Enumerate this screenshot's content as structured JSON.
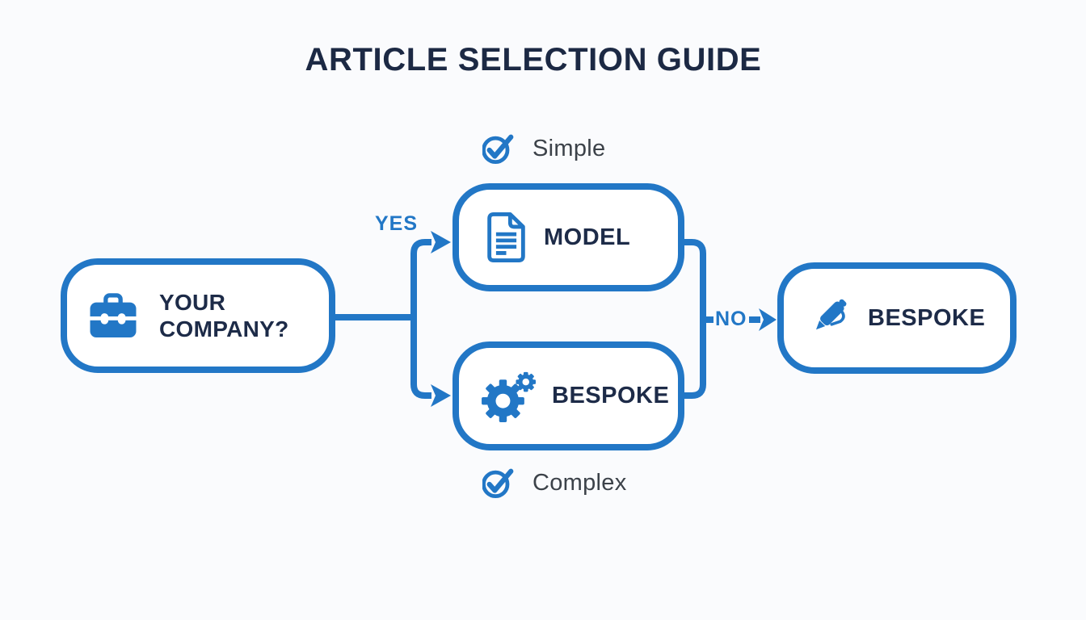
{
  "title": "ARTICLE SELECTION GUIDE",
  "colors": {
    "accent_blue": "#2277c6",
    "heading_navy": "#1c2944",
    "node_text_navy": "#1d2b48",
    "annotation_gray": "#3c4249",
    "background": "#fafbfd",
    "box_fill": "#ffffff"
  },
  "nodes": {
    "company": {
      "label": "YOUR COMPANY?",
      "icon": "briefcase-icon"
    },
    "model": {
      "label": "MODEL",
      "icon": "document-icon"
    },
    "bespoke_complex": {
      "label": "BESPOKE",
      "icon": "gears-icon"
    },
    "bespoke_final": {
      "label": "BESPOKE",
      "icon": "pen-icon"
    }
  },
  "edge_labels": {
    "yes": "YES",
    "no": "NO"
  },
  "annotations": {
    "simple": {
      "label": "Simple",
      "icon": "check-circle-icon"
    },
    "complex": {
      "label": "Complex",
      "icon": "check-circle-icon"
    }
  }
}
